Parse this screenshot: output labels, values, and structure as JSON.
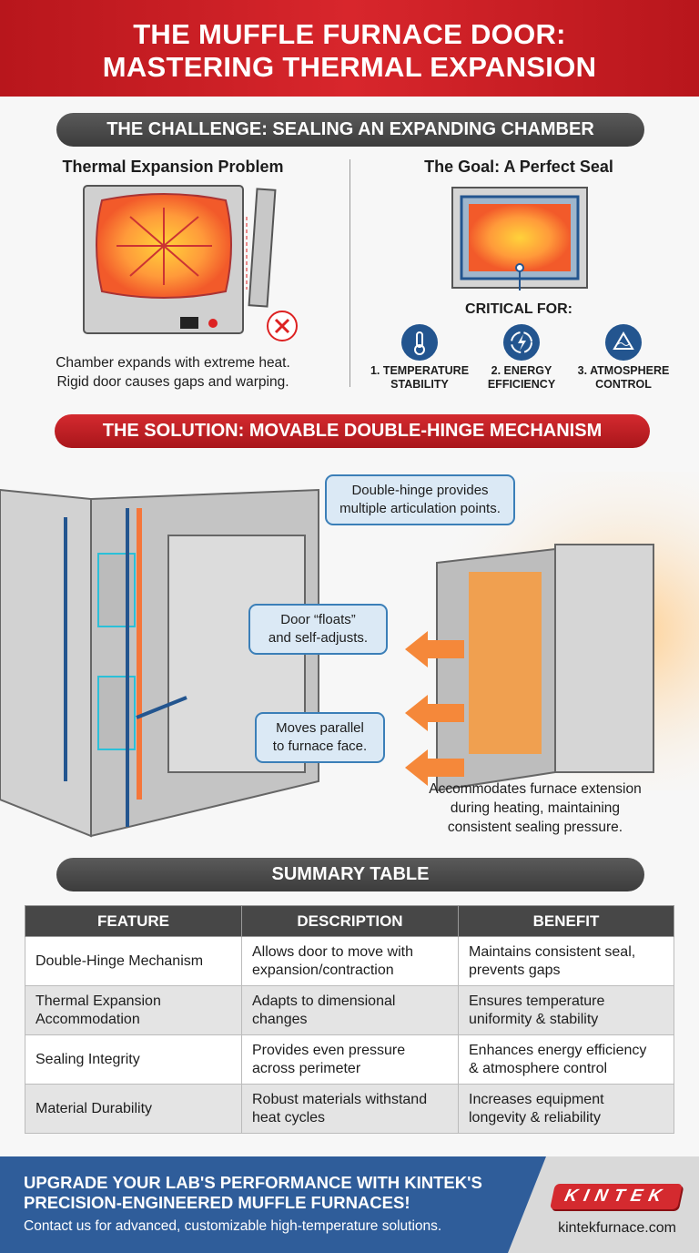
{
  "header": {
    "line1": "THE MUFFLE FURNACE DOOR:",
    "line2": "MASTERING THERMAL EXPANSION"
  },
  "challenge": {
    "bar": "THE CHALLENGE: SEALING AN EXPANDING CHAMBER",
    "left_title": "Thermal Expansion Problem",
    "left_caption1": "Chamber expands with extreme heat.",
    "left_caption2": "Rigid door causes gaps and warping.",
    "right_title": "The Goal: A Perfect Seal",
    "critical_for": "CRITICAL FOR:",
    "items": [
      {
        "icon": "thermometer-icon",
        "line1": "1. TEMPERATURE",
        "line2": "STABILITY"
      },
      {
        "icon": "energy-bolt-icon",
        "line1": "2. ENERGY",
        "line2": "EFFICIENCY"
      },
      {
        "icon": "atmosphere-cycle-icon",
        "line1": "3. ATMOSPHERE",
        "line2": "CONTROL"
      }
    ]
  },
  "solution": {
    "bar": "THE SOLUTION: MOVABLE DOUBLE-HINGE MECHANISM",
    "callout1": [
      "Double-hinge provides",
      "multiple articulation points."
    ],
    "callout2": [
      "Door “floats”",
      "and self-adjusts."
    ],
    "callout3": [
      "Moves parallel",
      "to furnace face."
    ],
    "caption": [
      "Accommodates furnace extension",
      "during heating, maintaining",
      "consistent sealing pressure."
    ]
  },
  "summary": {
    "bar": "SUMMARY TABLE",
    "headers": [
      "FEATURE",
      "DESCRIPTION",
      "BENEFIT"
    ],
    "rows": [
      [
        [
          "Double-Hinge Mechanism"
        ],
        [
          "Allows door to move with",
          "expansion/contraction"
        ],
        [
          "Maintains consistent seal,",
          "prevents gaps"
        ]
      ],
      [
        [
          "Thermal Expansion",
          "Accommodation"
        ],
        [
          "Adapts to dimensional",
          "changes"
        ],
        [
          "Ensures temperature",
          "uniformity & stability"
        ]
      ],
      [
        [
          "Sealing Integrity"
        ],
        [
          "Provides even pressure",
          "across perimeter"
        ],
        [
          "Enhances energy efficiency",
          "& atmosphere control"
        ]
      ],
      [
        [
          "Material Durability"
        ],
        [
          "Robust materials withstand",
          "heat cycles"
        ],
        [
          "Increases equipment",
          "longevity & reliability"
        ]
      ]
    ]
  },
  "footer": {
    "line1": "UPGRADE YOUR LAB'S PERFORMANCE WITH KINTEK'S",
    "line2": "PRECISION-ENGINEERED MUFFLE FURNACES!",
    "line3": "Contact us for advanced, customizable high-temperature solutions.",
    "logo": "KINTEK",
    "url": "kintekfurnace.com"
  },
  "colors": {
    "red": "#c81e24",
    "blue": "#2f5d9a",
    "dark": "#474747",
    "callout": "#dbe9f5"
  }
}
